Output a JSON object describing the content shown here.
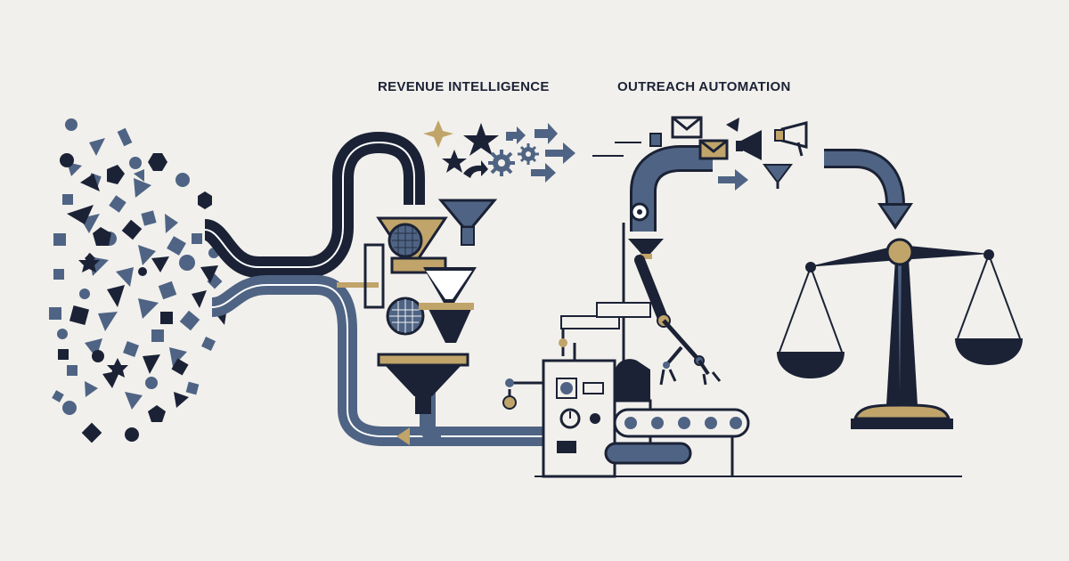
{
  "labels": {
    "revenue_intelligence": "REVENUE INTELLIGENCE",
    "outreach_automation": "OUTREACH AUTOMATION"
  },
  "palette": {
    "background": "#f2f0ec",
    "navy": "#1b2236",
    "slate": "#4f6484",
    "gold": "#c0a46a",
    "white": "#ffffff"
  },
  "icons": [
    "scattered-data-shapes",
    "dark-pipe",
    "slate-pipe",
    "sieve-funnels",
    "output-funnel",
    "star-icons",
    "gear-icons",
    "arrow-icons",
    "envelope-icons",
    "megaphone-icons",
    "robotic-arm",
    "control-machine",
    "conveyor-belt",
    "balance-scale"
  ]
}
